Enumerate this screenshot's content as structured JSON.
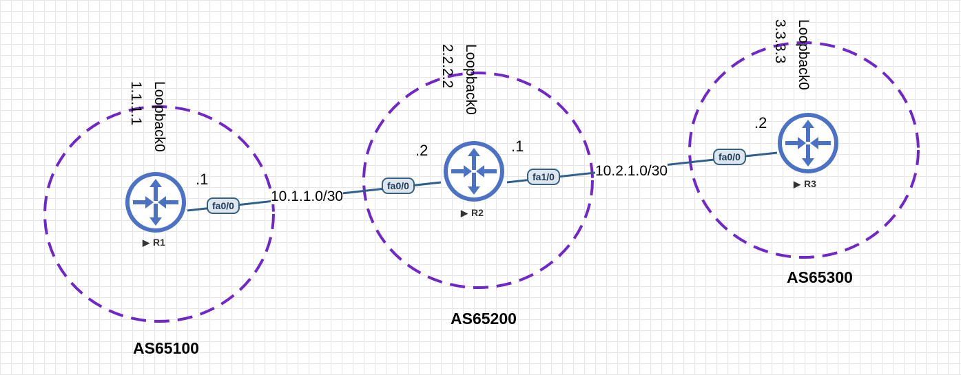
{
  "autonomous_systems": [
    {
      "name": "AS65100"
    },
    {
      "name": "AS65200"
    },
    {
      "name": "AS65300"
    }
  ],
  "routers": [
    {
      "name": "R1",
      "loopback_name": "Loopback0",
      "loopback_ip": "1.1.1.1",
      "host_suffix": ".1",
      "interfaces": [
        "fa0/0"
      ]
    },
    {
      "name": "R2",
      "loopback_name": "Loopback0",
      "loopback_ip": "2.2.2.2",
      "host_suffixes": [
        ".2",
        ".1"
      ],
      "interfaces": [
        "fa0/0",
        "fa1/0"
      ]
    },
    {
      "name": "R3",
      "loopback_name": "Loopback0",
      "loopback_ip": "3.3.3.3",
      "host_suffix": ".2",
      "interfaces": [
        "fa0/0"
      ]
    }
  ],
  "links": [
    {
      "from": "R1",
      "to": "R2",
      "subnet": "10.1.1.0/30"
    },
    {
      "from": "R2",
      "to": "R3",
      "subnet": "10.2.1.0/30"
    }
  ],
  "colors": {
    "as_boundary": "#6f27c9",
    "link": "#2f5f8c",
    "router_fill": "#4b72c4",
    "interface_border": "#35607f",
    "interface_fill": "#dde6ee"
  },
  "icons": {
    "router": "router-icon",
    "play": "play-triangle-icon"
  }
}
